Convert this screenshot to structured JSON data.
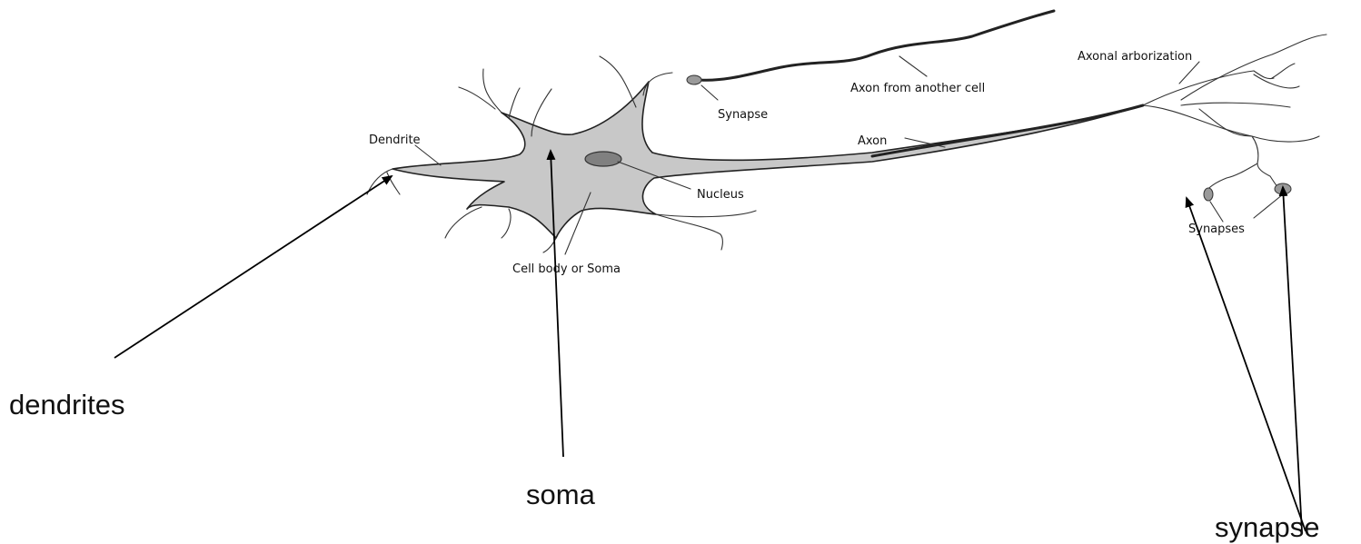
{
  "diagram": {
    "labels": {
      "dendrite": "Dendrite",
      "synapse": "Synapse",
      "axon_from_another_cell": "Axon from another cell",
      "axonal_arborization": "Axonal arborization",
      "axon": "Axon",
      "nucleus": "Nucleus",
      "cell_body": "Cell body or Soma",
      "synapses": "Synapses"
    },
    "annotations": {
      "dendrites": "dendrites",
      "soma": "soma",
      "synapse": "synapse"
    },
    "colors": {
      "cell_fill": "#c8c8c8",
      "nucleus_fill": "#808080",
      "ink": "#222222"
    }
  }
}
